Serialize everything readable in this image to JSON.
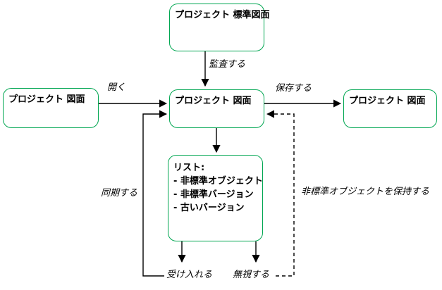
{
  "diagram": {
    "background_color": "#ffffff",
    "node_border_color": "#00a651",
    "connector_color": "#000000",
    "nodes": {
      "standard_drawing": {
        "label": "プロジェクト 標準図面"
      },
      "project_drawing_left": {
        "label": "プロジェクト 図面"
      },
      "project_drawing_center": {
        "label": "プロジェクト 図面"
      },
      "project_drawing_right": {
        "label": "プロジェクト 図面"
      },
      "list": {
        "title": "リスト:",
        "items": [
          "- 非標準オブジェクト",
          "- 非標準バージョン",
          "- 古いバージョン"
        ]
      }
    },
    "edge_labels": {
      "audit": "監査する",
      "open": "開く",
      "save": "保存する",
      "sync": "同期する",
      "accept": "受け入れる",
      "ignore": "無視する",
      "keep_nonstandard": "非標準オブジェクトを保持する"
    }
  }
}
